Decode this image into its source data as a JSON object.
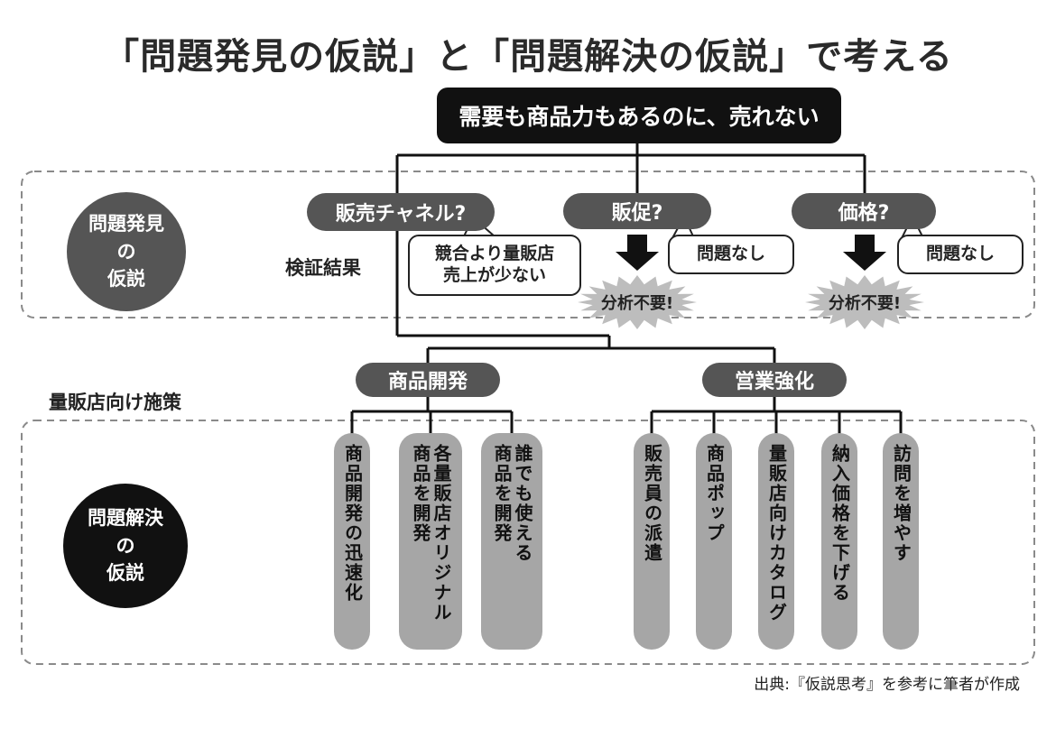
{
  "title": "「問題発見の仮説」と「問題解決の仮説」で考える",
  "root": "需要も商品力もあるのに、売れない",
  "discovery": {
    "circle_lines": [
      "問題発見",
      "の",
      "仮説"
    ],
    "label": "検証結果",
    "branches": [
      {
        "name": "販売チャネル?",
        "result_lines": [
          "競合より量販店",
          "売上が少ない"
        ]
      },
      {
        "name": "販促?",
        "result": "問題なし",
        "verdict": "分析不要!"
      },
      {
        "name": "価格?",
        "result": "問題なし",
        "verdict": "分析不要!"
      }
    ]
  },
  "solution": {
    "section_label": "量販店向け施策",
    "circle_lines": [
      "問題解決",
      "の",
      "仮説"
    ],
    "groups": [
      {
        "name": "商品開発",
        "items": [
          "商品開発の迅速化",
          "各量販店オリジナル\n商品を開発",
          "誰でも使える\n商品を開発"
        ]
      },
      {
        "name": "営業強化",
        "items": [
          "販売員の派遣",
          "商品ポップ",
          "量販店向けカタログ",
          "納入価格を下げる",
          "訪問を増やす"
        ]
      }
    ]
  },
  "source": "出典:『仮説思考』を参考に筆者が作成",
  "colors": {
    "black": "#111111",
    "dark_gray": "#555555",
    "light_gray": "#a6a6a6",
    "dashed": "#8a8a8a"
  }
}
